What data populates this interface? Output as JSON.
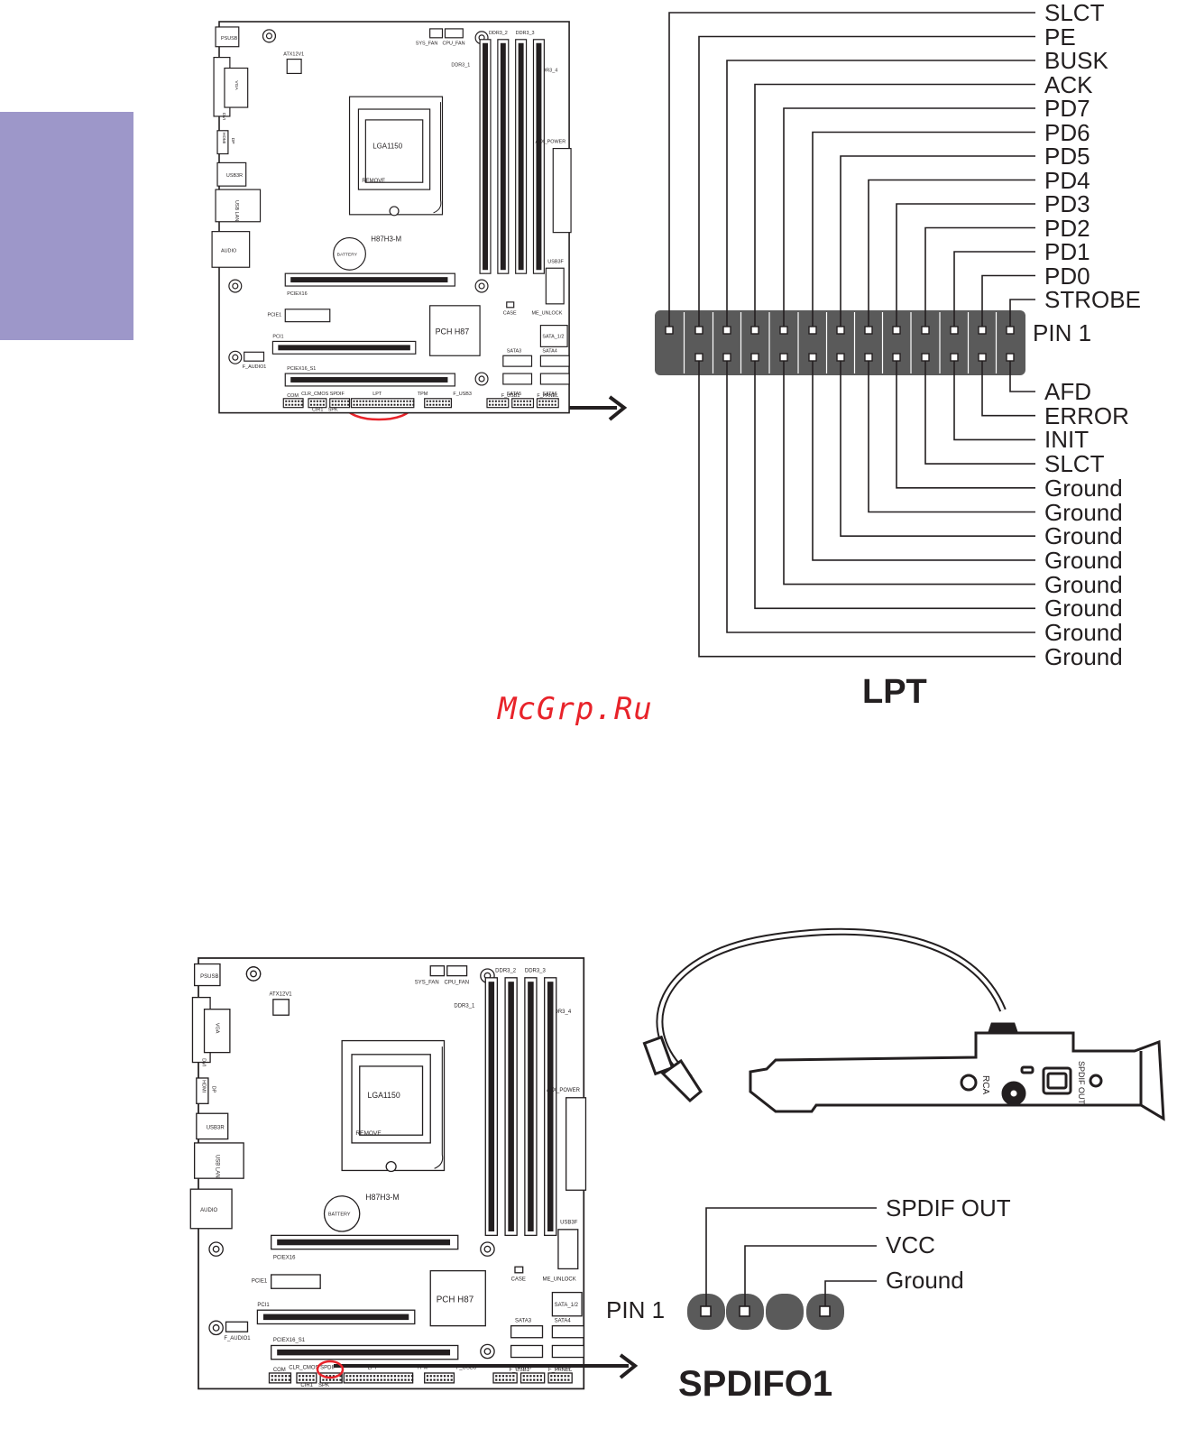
{
  "watermark": "McGrp.Ru",
  "lpt": {
    "title": "LPT",
    "pin1_label": "PIN 1",
    "top_row_labels": [
      "SLCT",
      "PE",
      "BUSK",
      "ACK",
      "PD7",
      "PD6",
      "PD5",
      "PD4",
      "PD3",
      "PD2",
      "PD1",
      "PD0",
      "STROBE"
    ],
    "bottom_row_labels": [
      "AFD",
      "ERROR",
      "INIT",
      "SLCT",
      "Ground",
      "Ground",
      "Ground",
      "Ground",
      "Ground",
      "Ground",
      "Ground",
      "Ground"
    ]
  },
  "spdif": {
    "title": "SPDIFO1",
    "pin1_label": "PIN 1",
    "labels": [
      "SPDIF OUT",
      "VCC",
      "Ground"
    ],
    "bracket_labels": {
      "rca": "RCA",
      "spdif_out": "SPDIF OUT"
    }
  },
  "motherboard": {
    "model": "H87H3-M",
    "cpu_socket": "LGA1150",
    "remove": "REMOVE",
    "battery": "BATTERY",
    "pch": "PCH H87",
    "labels": {
      "ps2": "PSUSB",
      "vga": "VGA",
      "dvi": "DVI",
      "hdmi": "HDMI",
      "dp": "DP",
      "usb3r": "USB3R",
      "usb_lan": "USB LAN",
      "audio": "AUDIO",
      "atx12v": "ATX12V1",
      "sys_fan": "SYS_FAN",
      "cpu_fan": "CPU_FAN",
      "ddr3_1": "DDR3_1",
      "ddr3_2": "DDR3_2",
      "ddr3_3": "DDR3_3",
      "ddr3_4": "DDR3_4",
      "atx_power": "ATX_POWER",
      "usb3f": "USB3F",
      "case": "CASE",
      "me_unlock": "ME_UNLOCK",
      "sata_12": "SATA_1/2",
      "sata3": "SATA3",
      "sata4": "SATA4",
      "sata5": "SATA5",
      "sata6": "SATA6",
      "pciex16": "PCIEX16",
      "pcie1": "PCIE1",
      "pci1": "PCI1",
      "pciex16_s1": "PCIEX16_S1",
      "f_audio": "F_AUDIO1",
      "com": "COM",
      "clr_cmos": "CLR_CMOS",
      "spdif": "SPDIF",
      "lpt": "LPT",
      "tpm": "TPM",
      "f_usb3": "F_USB3",
      "f_usb1": "F_USB1",
      "f_panel": "F_PANEL",
      "ir": "CIR1",
      "spk": "SPK"
    }
  }
}
